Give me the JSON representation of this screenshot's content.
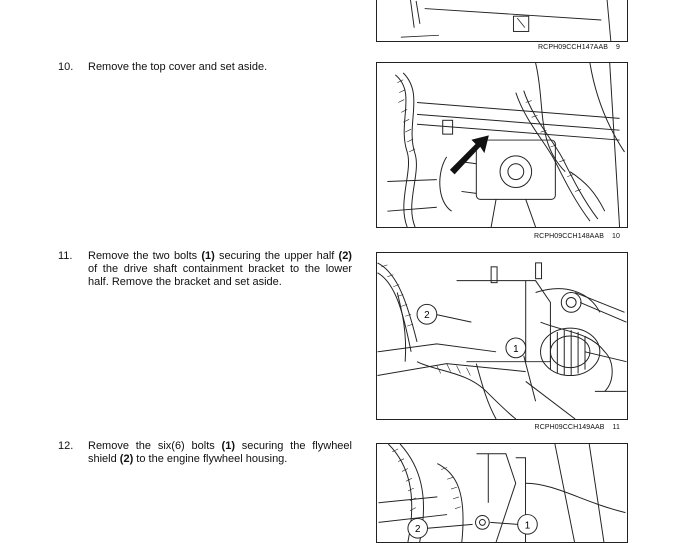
{
  "figures": [
    {
      "code": "RCPH09CCH147AAB",
      "number": "9"
    },
    {
      "code": "RCPH09CCH148AAB",
      "number": "10"
    },
    {
      "code": "RCPH09CCH149AAB",
      "number": "11",
      "callouts": [
        "2",
        "1"
      ]
    },
    {
      "callouts": [
        "2",
        "1"
      ]
    }
  ],
  "steps": [
    {
      "number": "10.",
      "parts": [
        "Remove the top cover and set aside."
      ]
    },
    {
      "number": "11.",
      "parts": [
        "Remove the two bolts ",
        "(1)",
        " securing the upper half ",
        "(2)",
        " of the drive shaft containment bracket to the lower half.  Remove the bracket and set aside."
      ]
    },
    {
      "number": "12.",
      "parts": [
        "Remove the six(6) bolts ",
        "(1)",
        " securing the flywheel shield ",
        "(2)",
        " to the engine flywheel housing."
      ]
    }
  ]
}
